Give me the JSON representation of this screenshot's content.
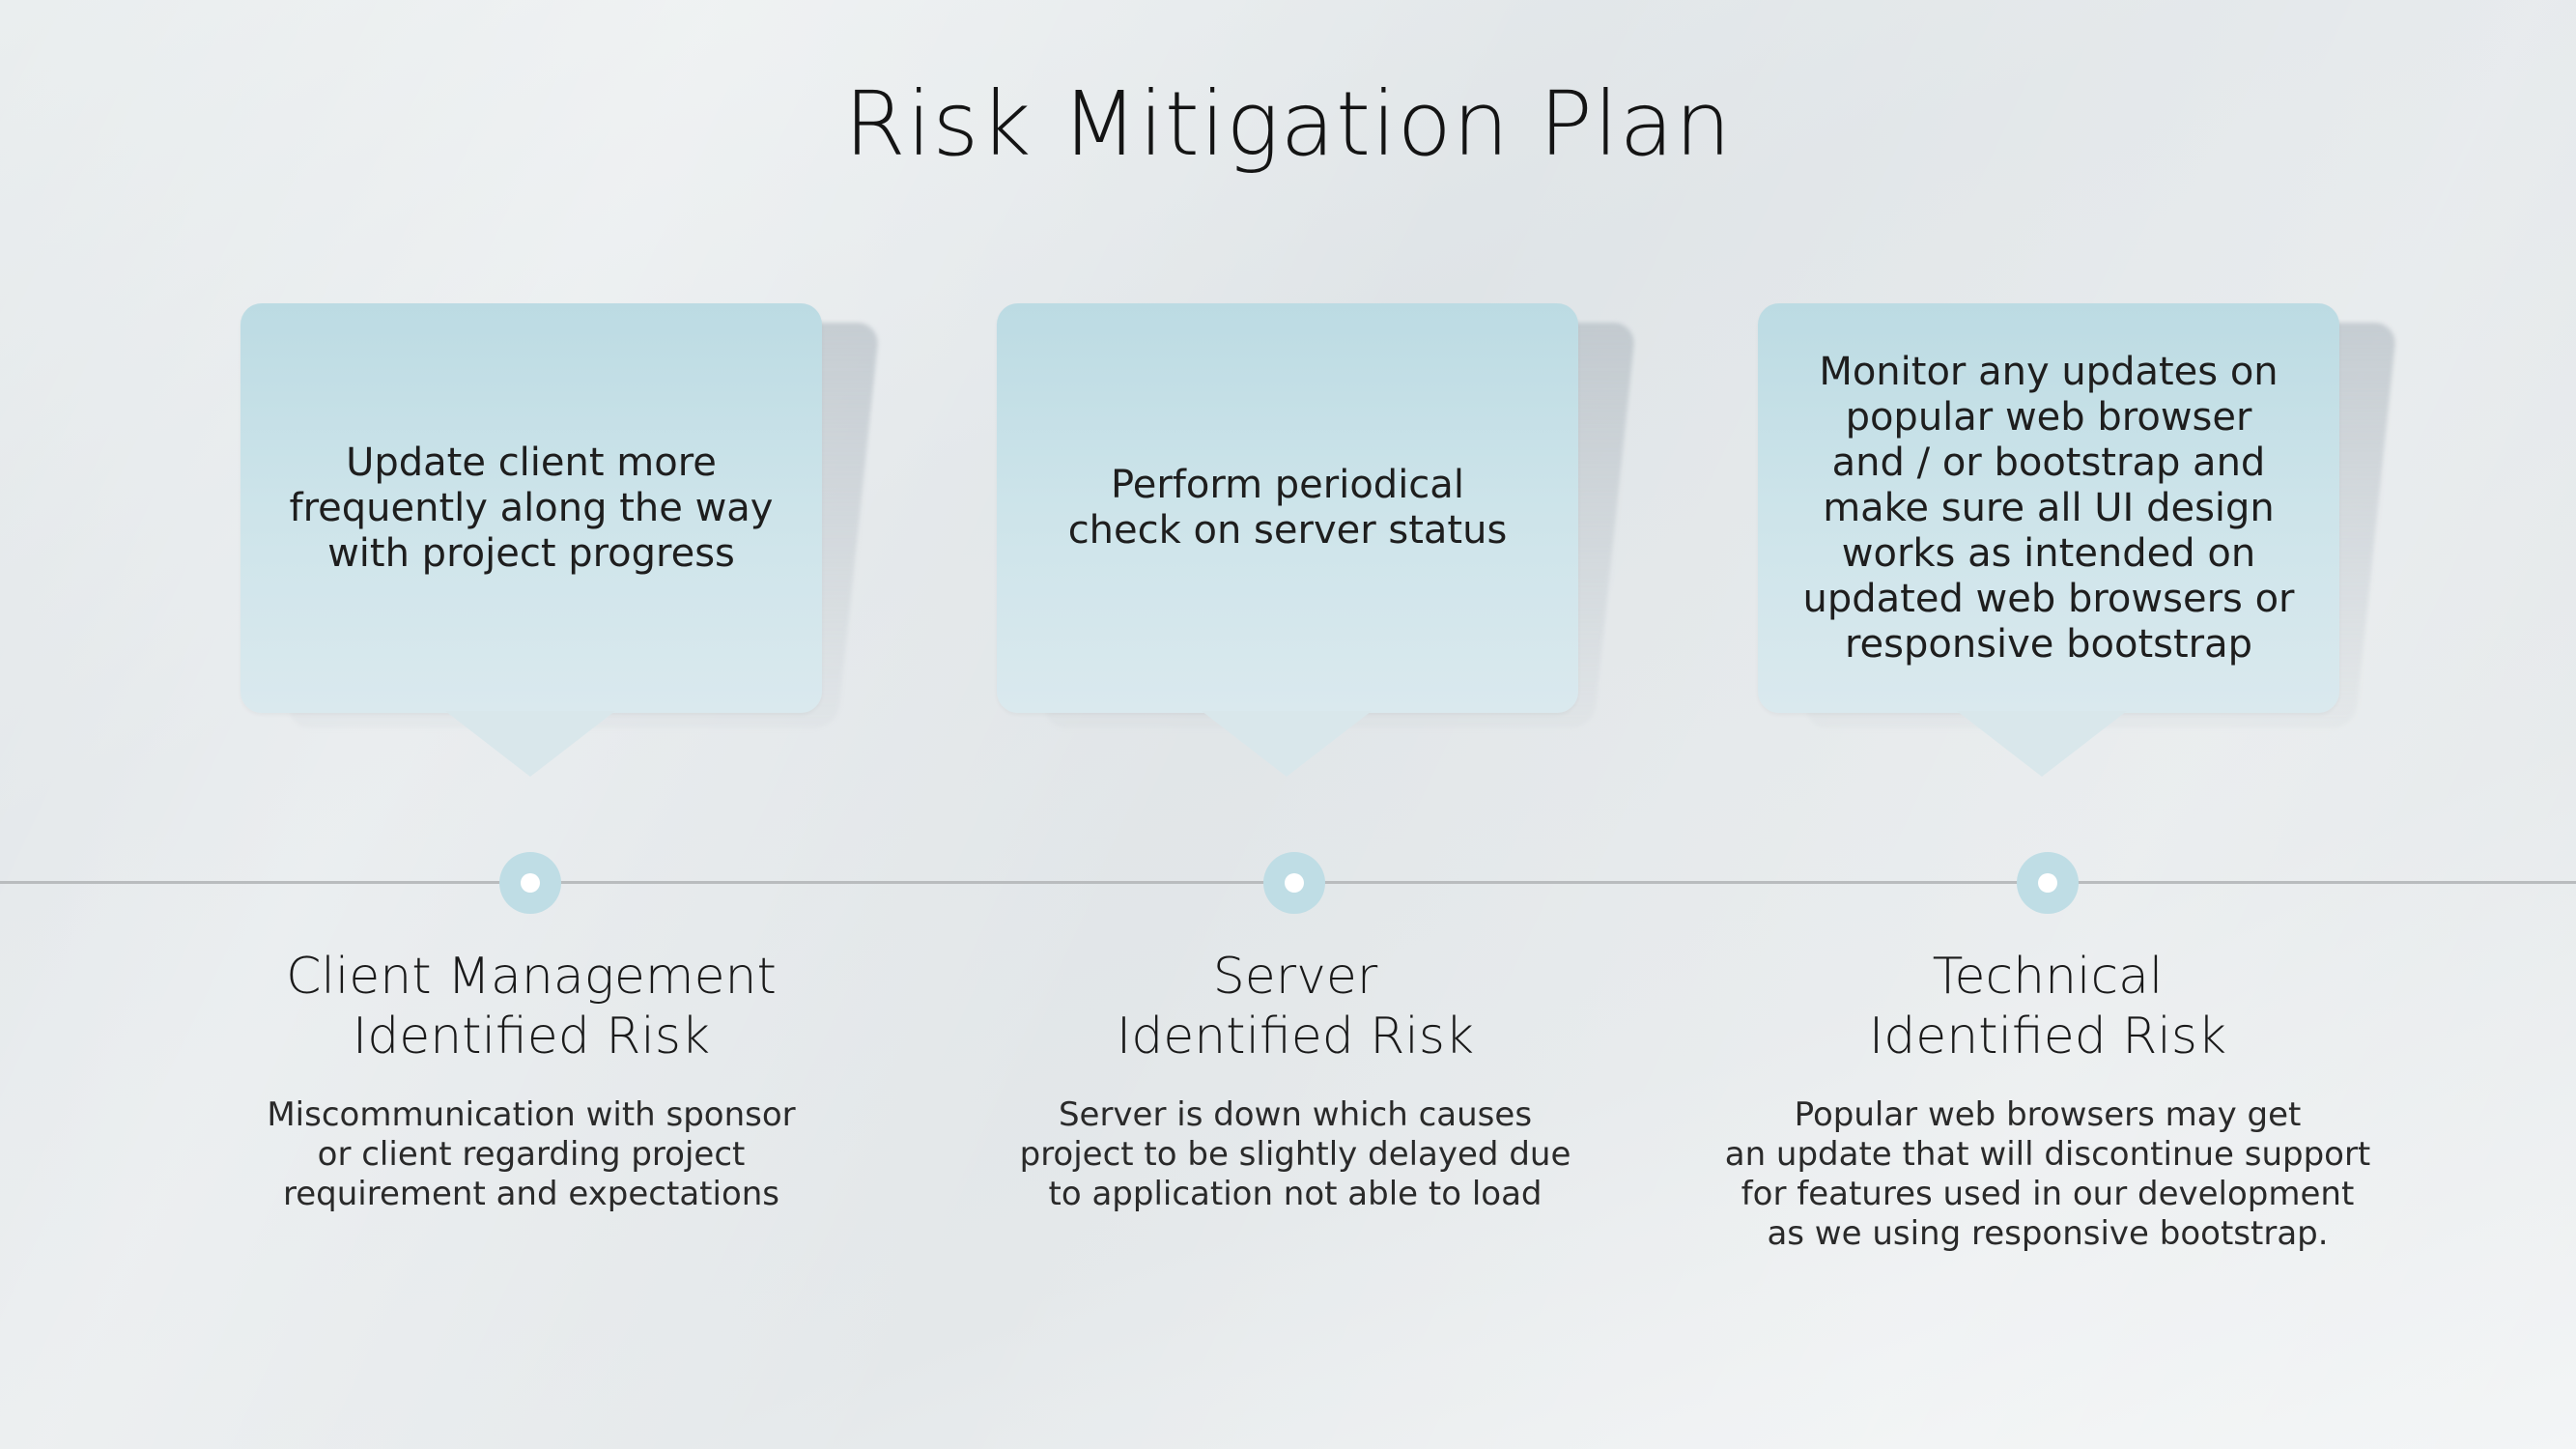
{
  "slide": {
    "title": "Risk Mitigation Plan"
  },
  "columns": [
    {
      "mitigation": "Update client more\nfrequently along the way\nwith project progress",
      "risk_heading": "Client Management\nIdentified Risk",
      "risk_description": "Miscommunication with sponsor\nor client regarding project\nrequirement and expectations"
    },
    {
      "mitigation": "Perform periodical\ncheck on server status",
      "risk_heading": "Server\nIdentified Risk",
      "risk_description": "Server is down which causes\nproject to be slightly delayed due\nto application not able to load"
    },
    {
      "mitigation": "Monitor any updates on\npopular web browser\nand / or bootstrap and\nmake sure all UI design\nworks as intended on\nupdated web browsers or\nresponsive bootstrap",
      "risk_heading": "Technical\nIdentified Risk",
      "risk_description": "Popular web browsers may get\nan update that will discontinue support\nfor features used in our development\nas we using responsive bootstrap."
    }
  ],
  "colors": {
    "callout_top": "#bcdbe3",
    "callout_bottom": "#dae9ee",
    "marker": "#bfdde5",
    "timeline": "#b9bcbe"
  }
}
